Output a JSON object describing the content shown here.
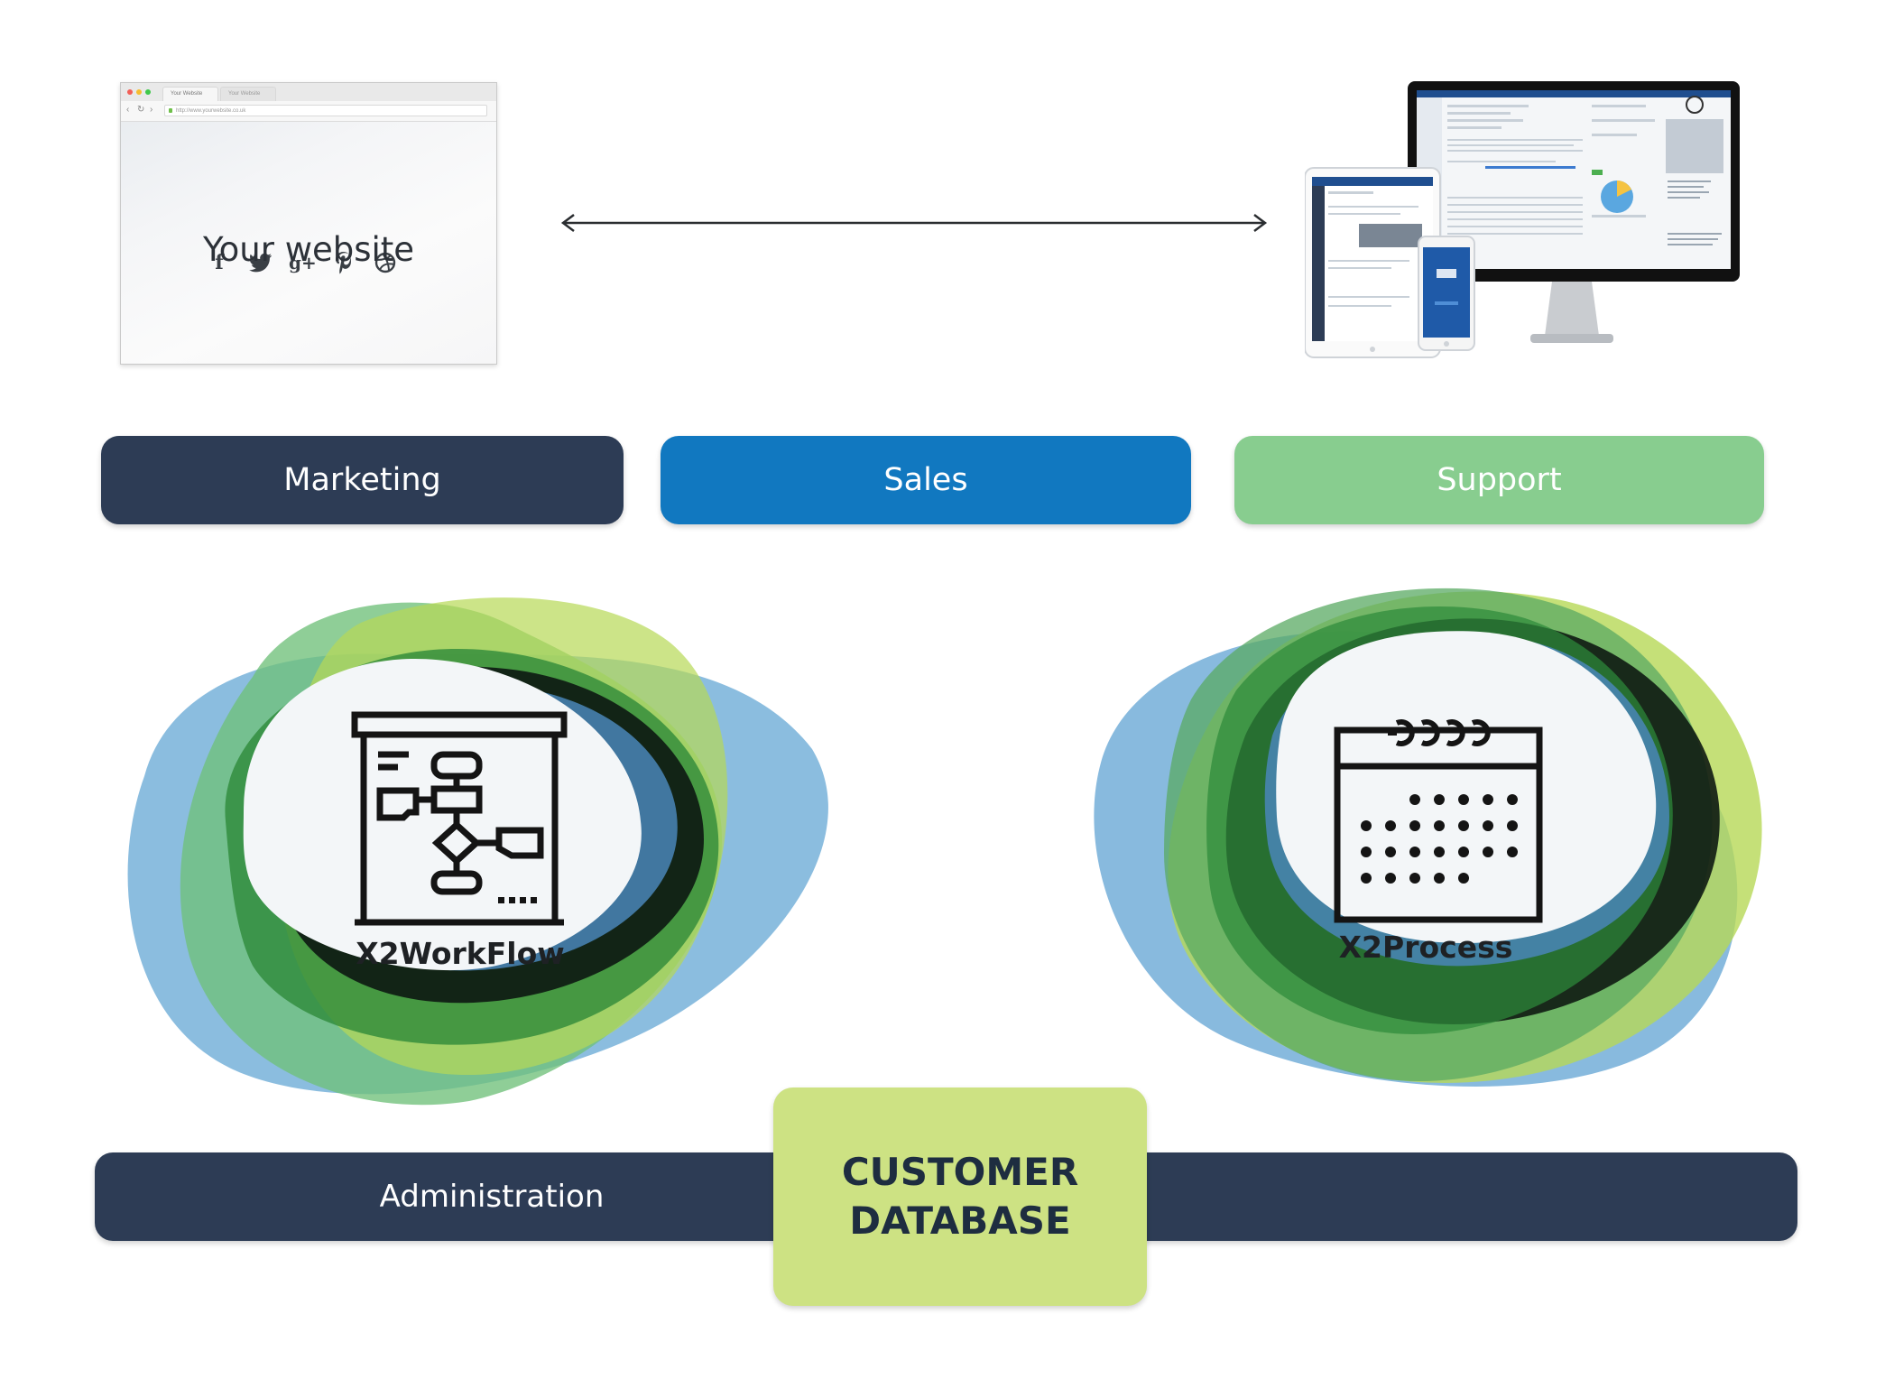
{
  "website": {
    "tabs": [
      "Your Website",
      "Your Website"
    ],
    "url": "http://www.yourwebsite.co.uk",
    "title": "Your website",
    "social_icons": [
      "facebook-icon",
      "twitter-icon",
      "google-plus-icon",
      "pinterest-icon",
      "dribbble-icon"
    ]
  },
  "devices": {
    "description_icons": [
      "desktop-monitor",
      "tablet",
      "phone"
    ]
  },
  "departments": {
    "marketing": "Marketing",
    "sales": "Sales",
    "support": "Support"
  },
  "modules": {
    "workflow": "X2WorkFlow",
    "process": "X2Process"
  },
  "admin": {
    "label": "Administration"
  },
  "database": {
    "line1": "CUSTOMER",
    "line2": "DATABASE"
  },
  "colors": {
    "navy": "#2d3c55",
    "blue": "#1178c0",
    "green_light": "#88cd8f",
    "lime": "#cde283",
    "blob_blue": "#77b1d9",
    "blob_green": "#2e8a3a",
    "blob_dark": "#0e1a12"
  }
}
